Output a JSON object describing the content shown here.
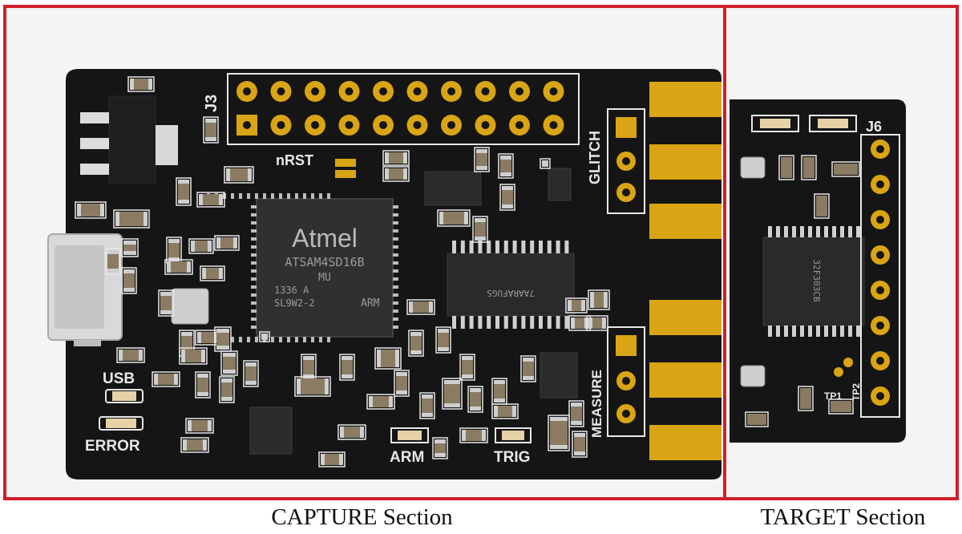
{
  "captions": {
    "capture": "CAPTURE Section",
    "target": "TARGET Section"
  },
  "silkscreen": {
    "j3": "J3",
    "nrst": "nRST",
    "glitch": "GLITCH",
    "measure": "MEASURE",
    "usb": "USB",
    "error": "ERROR",
    "arm": "ARM",
    "trig": "TRIG",
    "j6": "J6",
    "tp1": "TP1",
    "tp2": "TP2"
  },
  "mcu": {
    "logo": "Atmel",
    "part": "ATSAM4SD16B",
    "suffix": "MU",
    "line3": "1336  A",
    "line4": "SL9W2-2",
    "core": "ARM"
  },
  "colors": {
    "frame": "#d01f2b",
    "pcb": "#151515",
    "gold": "#d9a514",
    "silk": "#e8e8e8"
  }
}
